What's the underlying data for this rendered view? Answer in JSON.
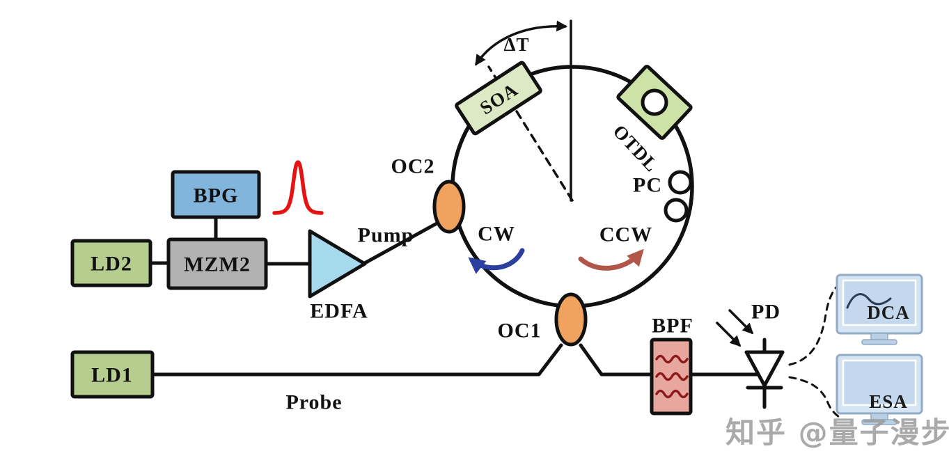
{
  "diagram": {
    "type": "optical-fiber-loop-experiment-schematic",
    "labels": {
      "bpg": "BPG",
      "ld2": "LD2",
      "mzm2": "MZM2",
      "edfa": "EDFA",
      "pump": "Pump",
      "oc2": "OC2",
      "soa": "SOA",
      "delta_t": "ΔT",
      "otdl": "OTDL",
      "pc": "PC",
      "cw": "CW",
      "ccw": "CCW",
      "oc1": "OC1",
      "ld1": "LD1",
      "probe": "Probe",
      "bpf": "BPF",
      "pd": "PD",
      "dca": "DCA",
      "esa": "ESA"
    },
    "watermark": "知乎 @量子漫步",
    "colors": {
      "line": "#111111",
      "laser_box_green": "#b6cd90",
      "bpg_blue": "#82b5dc",
      "mzm_gray": "#b2b2b2",
      "edfa_fill": "#a6d9ec",
      "coupler_orange": "#f0a35e",
      "soa_fill": "#dde9c4",
      "otdl_fill": "#cde2a6",
      "bpf_fill": "#e8a79e",
      "bpf_wave": "#8b1a1a",
      "cw_arrow": "#2b3f9e",
      "ccw_arrow": "#b2564a",
      "pulse_red": "#e51414",
      "monitor_bezel": "#d4e4f3",
      "monitor_screen": "#c3d8ec",
      "watermark_gray": "#9c9c9c"
    }
  }
}
